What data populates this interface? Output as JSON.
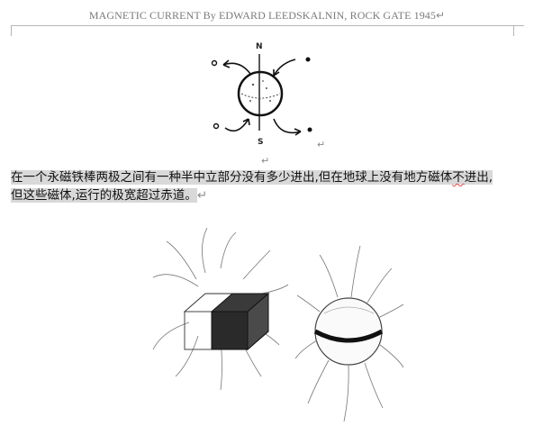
{
  "header": {
    "title": "MAGNETIC CURRENT By EDWARD LEEDSKALNIN, ROCK GATE 1945",
    "paragraph_mark": "↵"
  },
  "figure1": {
    "north_label": "N",
    "south_label": "S"
  },
  "paragraph": {
    "line1_before": "在一个永磁铁棒两极之间有一种半中立部分没有多少进出,但在地球上没有地方磁体",
    "line1_squiggle": "不",
    "line1_after": "进出,",
    "line2": "但这些磁体,运行的极宽超过赤道。",
    "mark": "↵"
  },
  "colors": {
    "header_text": "#7a7a7a",
    "highlight": "#d9d9d9",
    "spellcheck": "#e04a4a"
  }
}
